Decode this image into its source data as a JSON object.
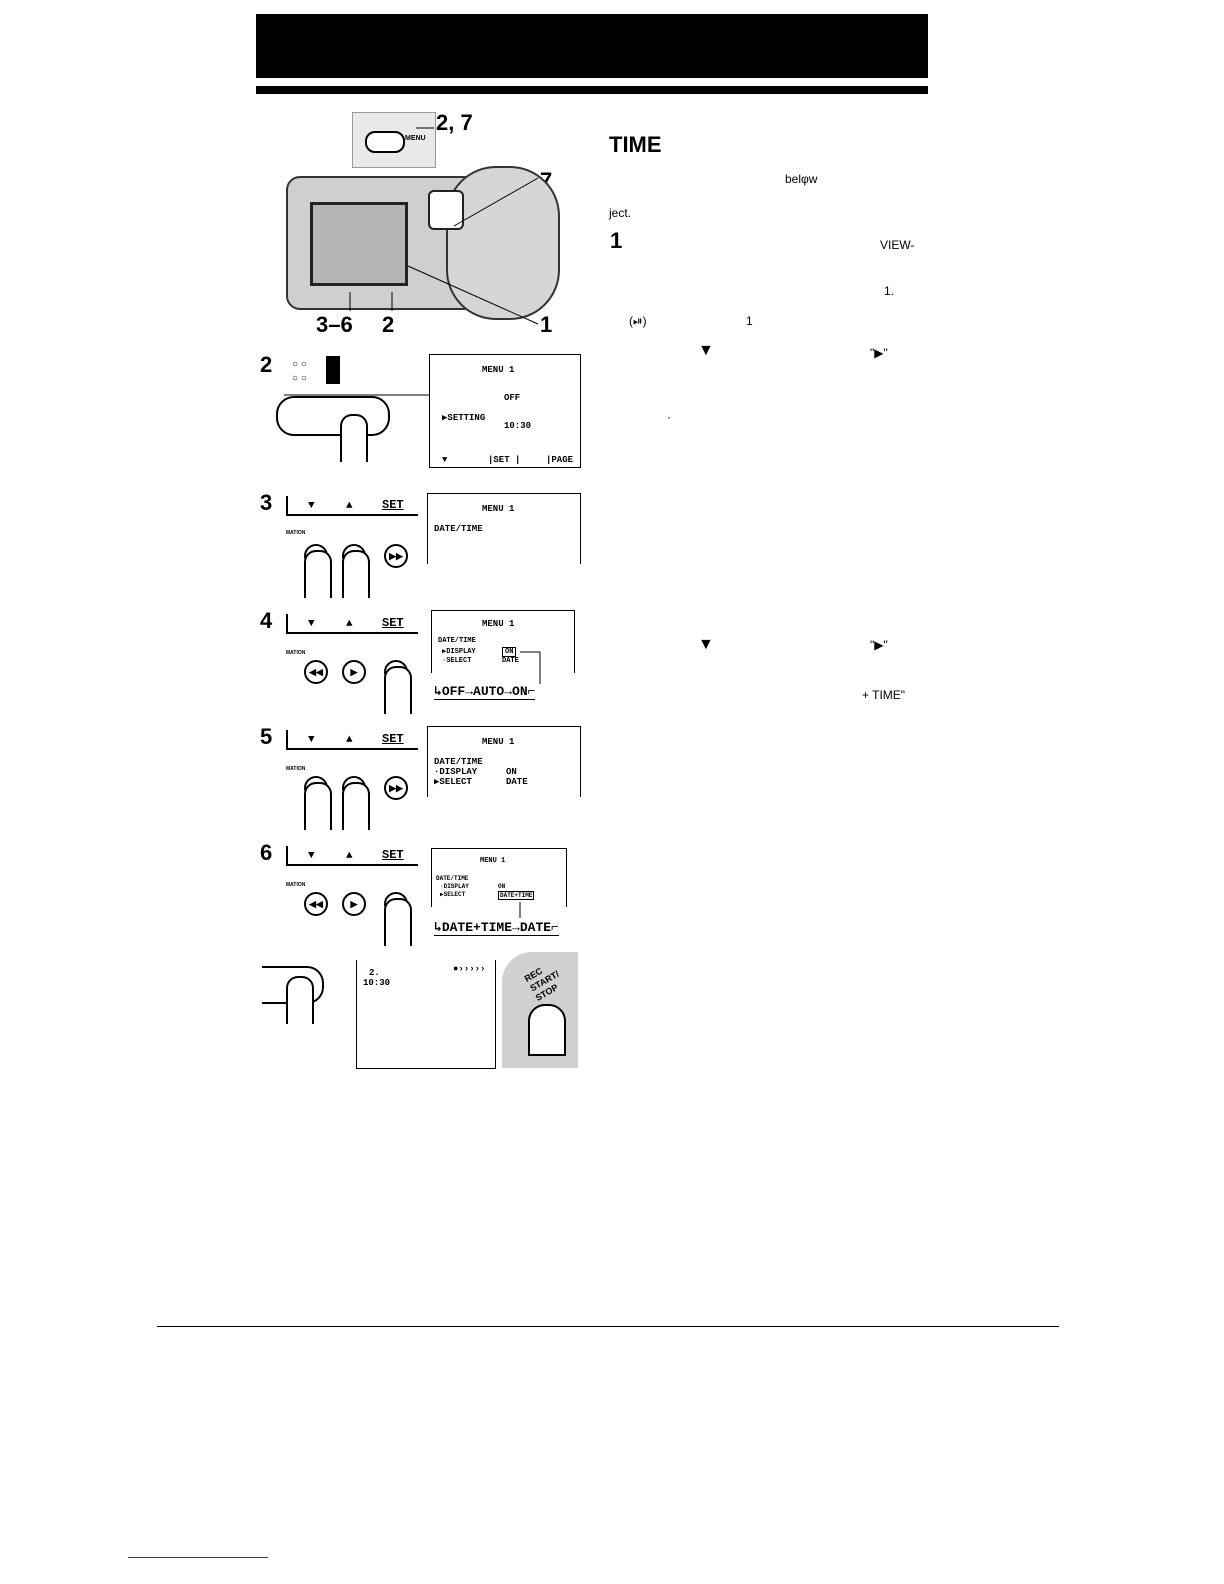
{
  "section_title": "TIME",
  "instructions": {
    "below_word": "belφw",
    "ject_word": "ject.",
    "step1_num": "1",
    "viewfinder_word": "VIEW-",
    "menu_num": "1.",
    "button_symbol": "(⏯)",
    "one_label": "1",
    "down_glyph": "▼",
    "pointer_glyph": "\"▶\"",
    "dot": "·",
    "down_glyph2": "▼",
    "pointer_glyph2": "\"▶\"",
    "time_quote": "+ TIME\""
  },
  "camera_figure": {
    "callout_2_7": "2, 7",
    "callout_7": "7",
    "callout_1": "1",
    "callout_3_6": "3–6",
    "callout_2": "2",
    "menu_button_label": "MENU"
  },
  "step2": {
    "num": "2",
    "screen": {
      "title": "MENU 1",
      "off": "OFF",
      "setting": "▶SETTING",
      "time": "10:30",
      "foot_down": "▼",
      "foot_set": "|SET |",
      "foot_page": "|PAGE"
    }
  },
  "strip": {
    "down": "▼",
    "up": "▲",
    "set": "SET",
    "mation": "MATION"
  },
  "step3": {
    "num": "3",
    "screen": {
      "title": "MENU 1",
      "line1": "DATE/TIME"
    }
  },
  "step4": {
    "num": "4",
    "screen": {
      "title": "MENU 1",
      "line1": "DATE/TIME",
      "line2": "▶DISPLAY",
      "line3": "·SELECT",
      "val_on": "ON",
      "val_date": "DATE"
    },
    "cycle": "↳OFF→AUTO→ON⌐"
  },
  "step5": {
    "num": "5",
    "screen": {
      "title": "MENU 1",
      "line1": "DATE/TIME",
      "line2": "·DISPLAY",
      "line3": "▶SELECT",
      "val_on": "ON",
      "val_date": "DATE"
    }
  },
  "step6": {
    "num": "6",
    "screen": {
      "title": "MENU 1",
      "line1": "DATE/TIME",
      "line2": "·DISPLAY",
      "line3": "▶SELECT",
      "val_on": "ON",
      "val_dt": "DATE+TIME"
    },
    "cycle": "↳DATE+TIME→DATE⌐"
  },
  "step7": {
    "display_date": "2.",
    "display_time": "10:30",
    "display_indicator": "●›››››",
    "rec_label": "REC START/ STOP"
  }
}
